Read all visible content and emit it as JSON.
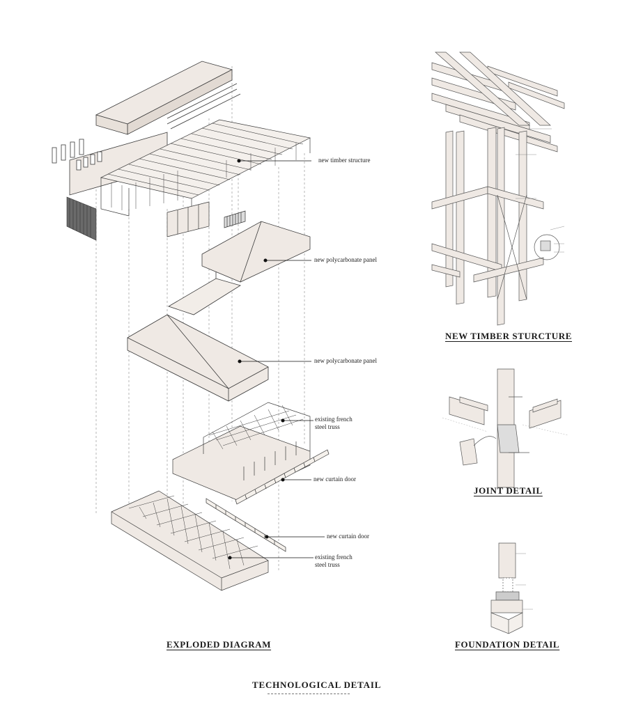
{
  "sheet": {
    "title": "TECHNOLOGICAL DETAIL"
  },
  "captions": {
    "exploded": "EXPLODED DIAGRAM",
    "timber": "NEW TIMBER STURCTURE",
    "joint": "JOINT DETAIL",
    "foundation": "FOUNDATION DETAIL"
  },
  "callouts": [
    {
      "id": "timber",
      "text": "new timber structure"
    },
    {
      "id": "poly1",
      "text": "new polycarbonate panel"
    },
    {
      "id": "poly2",
      "text": "new polycarbonate panel"
    },
    {
      "id": "truss1",
      "text": "existing french\nsteel truss"
    },
    {
      "id": "door1",
      "text": "new curtain door"
    },
    {
      "id": "door2",
      "text": "new curtain door"
    },
    {
      "id": "truss2",
      "text": "existing french\nsteel truss"
    }
  ],
  "colors": {
    "panel_fill": "#efe9e4",
    "panel_shade": "#e2dad3",
    "line": "#3a3a3a",
    "dark_panel": "#555555"
  }
}
